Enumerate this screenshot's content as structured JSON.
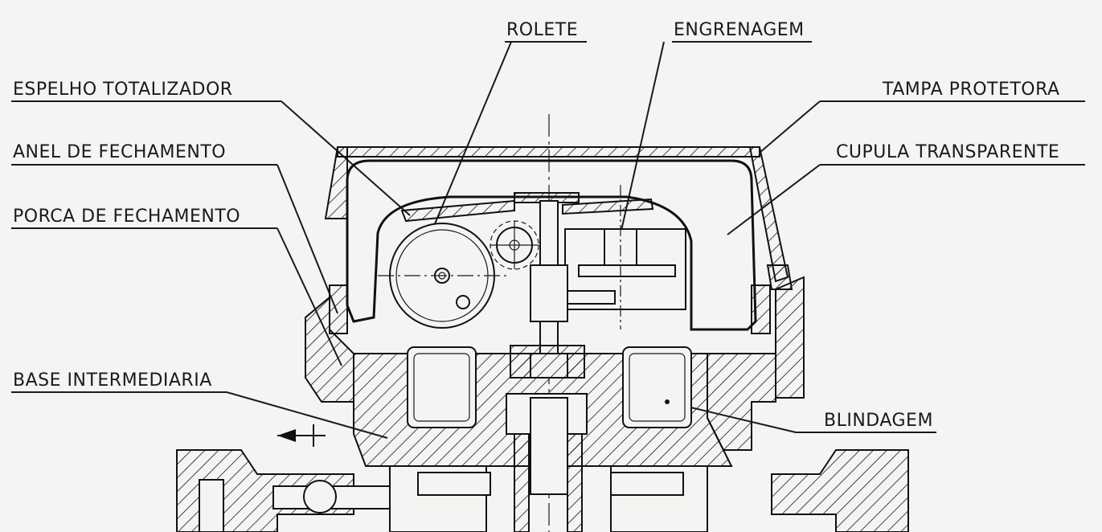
{
  "labels": {
    "rolete": "ROLETE",
    "engrenagem": "ENGRENAGEM",
    "espelho_totalizador": "ESPELHO TOTALIZADOR",
    "tampa_protetora": "TAMPA PROTETORA",
    "anel_de_fechamento": "ANEL DE FECHAMENTO",
    "cupula_transparente": "CUPULA TRANSPARENTE",
    "porca_de_fechamento": "PORCA DE FECHAMENTO",
    "base_intermediaria": "BASE INTERMEDIARIA",
    "blindagem": "BLINDAGEM"
  },
  "colors": {
    "ink": "#1a1a1a",
    "paper": "#f4f4f2"
  }
}
